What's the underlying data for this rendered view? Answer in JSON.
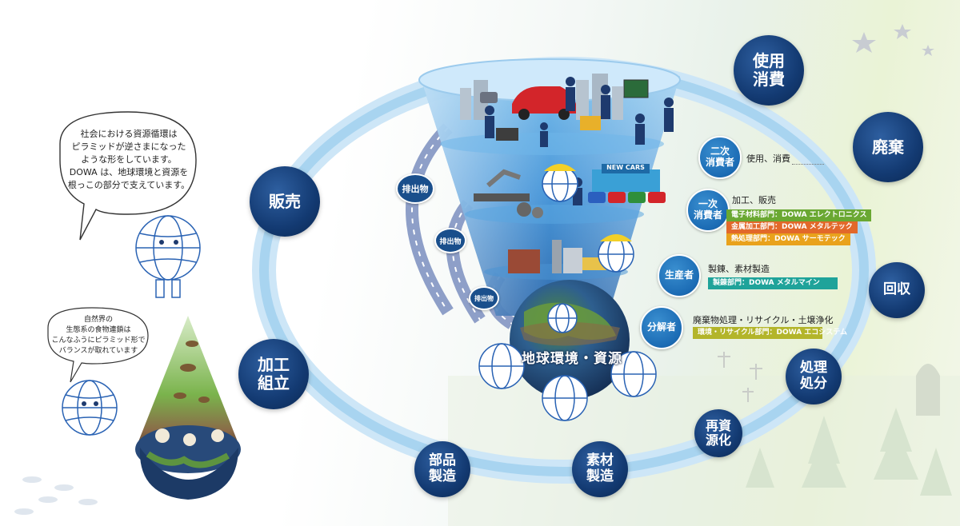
{
  "cycle_nodes": [
    {
      "id": "use",
      "label": "使用\n消費"
    },
    {
      "id": "dispose",
      "label": "廃棄"
    },
    {
      "id": "collect",
      "label": "回収"
    },
    {
      "id": "treat",
      "label": "処理\n処分"
    },
    {
      "id": "recycle",
      "label": "再資\n源化"
    },
    {
      "id": "material",
      "label": "素材\n製造"
    },
    {
      "id": "parts",
      "label": "部品\n製造"
    },
    {
      "id": "assembly",
      "label": "加工\n組立"
    },
    {
      "id": "sales",
      "label": "販売"
    }
  ],
  "roles": [
    {
      "label": "二次\n消費者",
      "desc": "使用、消費"
    },
    {
      "label": "一次\n消費者",
      "desc": "加工、販売"
    },
    {
      "label": "生産者",
      "desc": "製錬、素材製造"
    },
    {
      "label": "分解者",
      "desc": "廃棄物処理・リサイクル・土壌浄化"
    }
  ],
  "departments": [
    {
      "text": "電子材料部門：DOWA エレクトロニクス",
      "color": "#6aa832"
    },
    {
      "text": "金属加工部門：DOWA メタルテック",
      "color": "#e2682a"
    },
    {
      "text": "熱処理部門：DOWA サーモテック",
      "color": "#e9a21c"
    },
    {
      "text": "製錬部門：DOWA メタルマイン",
      "color": "#1fa39a"
    },
    {
      "text": "環境・リサイクル部門：DOWA エコシステム",
      "color": "#b3b52a"
    }
  ],
  "exhaust_labels": [
    "排出物",
    "排出物",
    "排出物"
  ],
  "new_cars_sign": "NEW CARS",
  "earth_label": "地球環境・資源",
  "bubble_top": "社会における資源循環は\nピラミッドが逆さまになった\nような形をしています。\nDOWA は、地球環境と資源を\n根っこの部分で支えています。",
  "bubble_bottom": "自然界の\n生態系の食物連鎖は\nこんなふうにピラミッド形で\nバランスが取れています",
  "colors": {
    "node_dark": "#133a72",
    "role_blue": "#1b6bb4",
    "ring_light": "#a8d4f0"
  },
  "icons": [
    "globe-mascot-icon",
    "star-icon",
    "tree-icon",
    "dragonfly-icon",
    "fish-icon"
  ]
}
